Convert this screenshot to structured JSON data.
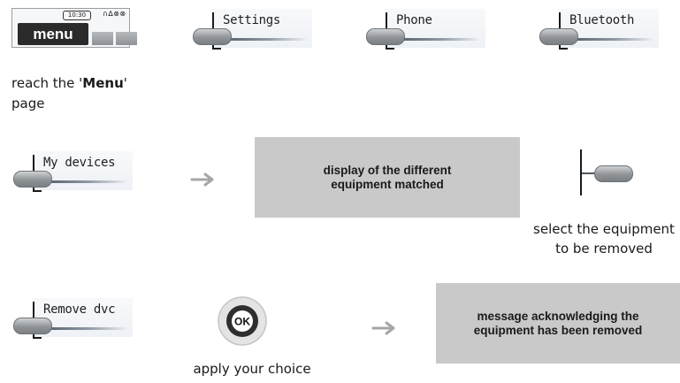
{
  "phone_preview": {
    "clock": "10:30",
    "status_icons": "∩∆⊗⊗",
    "menu_key": "menu"
  },
  "step1": {
    "caption_prefix": "reach the '",
    "caption_bold": "Menu",
    "caption_suffix": "'",
    "caption_line2": "page",
    "keys": [
      "Settings",
      "Phone",
      "Bluetooth"
    ]
  },
  "step2": {
    "key": "My devices",
    "box_text": "display of the different equipment matched",
    "select_caption_line1": "select the equipment",
    "select_caption_line2": "to be removed"
  },
  "step3": {
    "key": "Remove dvc",
    "ok_label": "OK",
    "ok_caption": "apply your choice",
    "box_text": "message acknowledging the equipment has been removed"
  },
  "colors": {
    "box_gray": "#c9c9c9",
    "arrow_gray": "#a6a6a6",
    "ok_ring": "#2f2f2f"
  }
}
